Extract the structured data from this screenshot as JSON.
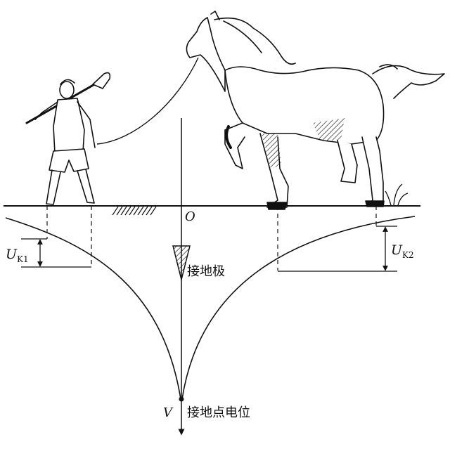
{
  "labels": {
    "origin": "O",
    "uk1_main": "U",
    "uk1_sub": "K1",
    "uk2_main": "U",
    "uk2_sub": "K2",
    "electrode": "接地极",
    "v_axis": "V",
    "ground_potential": "接地点电位"
  },
  "colors": {
    "ink": "#111111",
    "background": "#ffffff"
  }
}
